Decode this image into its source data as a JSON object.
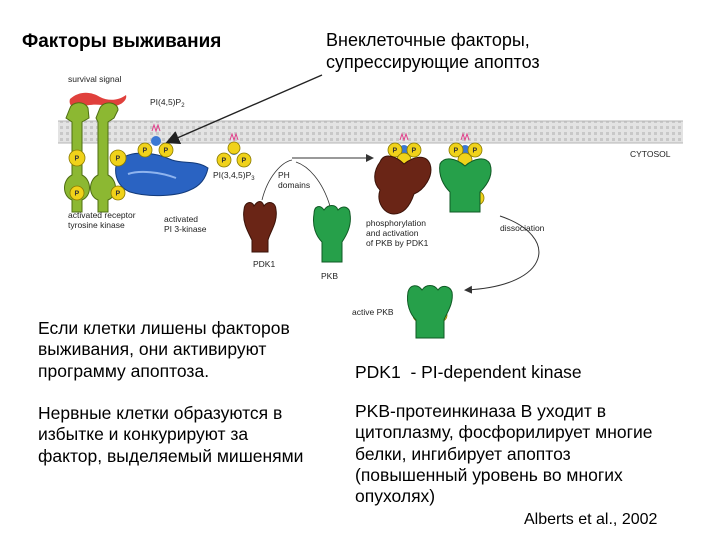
{
  "title": "Факторы выживания",
  "subtitle": "Внеклеточные факторы,\nсупрессирующие апоптоз",
  "figure_labels": {
    "survival_signal": "survival signal",
    "pi45p2": "PI(4,5)P",
    "pi45p2_sub": "2",
    "pi345p3": "PI(3,4,5)P",
    "pi345p3_sub": "3",
    "ph_domains": "PH\ndomains",
    "cytosol": "CYTOSOL",
    "activated_receptor": "activated receptor\ntyrosine kinase",
    "activated_pi3k": "activated\nPI 3-kinase",
    "phosphorylation": "phosphorylation\nand activation\nof PKB by PDK1",
    "dissociation": "dissociation",
    "pdk1": "PDK1",
    "pkb": "PKB",
    "active_pkb": "active PKB",
    "p": "P"
  },
  "paragraph1": "Если клетки лишены факторов\nвыживания, они активируют\nпрограмму апоптоза.",
  "paragraph2": "Нервные клетки образуются в\nизбытке и конкурируют за\nфактор, выделяемый мишенями",
  "pdk1_definition": "PDK1  - PI-dependent kinase",
  "pkb_description": "PKB-протеинкиназа В уходит в\nцитоплазму, фосфорилирует многие\nбелки, ингибирует апоптоз\n(повышенный уровень во многих\nопухолях)",
  "credit": "Alberts et al., 2002",
  "colors": {
    "receptor": "#8cb832",
    "pi3k": "#2a63c2",
    "pdk1": "#6a2516",
    "pkb": "#26a04a",
    "phospho": "#f0d21a",
    "signal": "#e0403c",
    "membrane": "#c9c9c9"
  }
}
